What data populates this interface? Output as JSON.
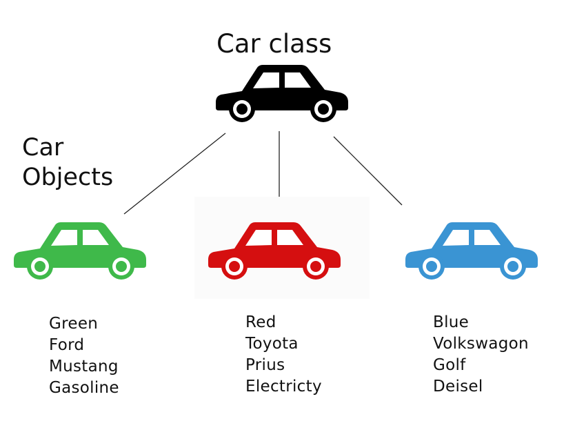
{
  "class_label": "Car class",
  "objects_label": [
    "Car",
    "Objects"
  ],
  "colors": {
    "class_car": "#000000",
    "green_car": "#3fb94a",
    "red_car": "#d50f10",
    "blue_car": "#3a94d3",
    "connector": "#222222"
  },
  "objects": [
    {
      "icon": "green-car-icon",
      "attributes": [
        "Green",
        "Ford",
        "Mustang",
        "Gasoline"
      ]
    },
    {
      "icon": "red-car-icon",
      "attributes": [
        "Red",
        "Toyota",
        "Prius",
        "Electricty"
      ]
    },
    {
      "icon": "blue-car-icon",
      "attributes": [
        "Blue",
        "Volkswagon",
        "Golf",
        "Deisel"
      ]
    }
  ]
}
